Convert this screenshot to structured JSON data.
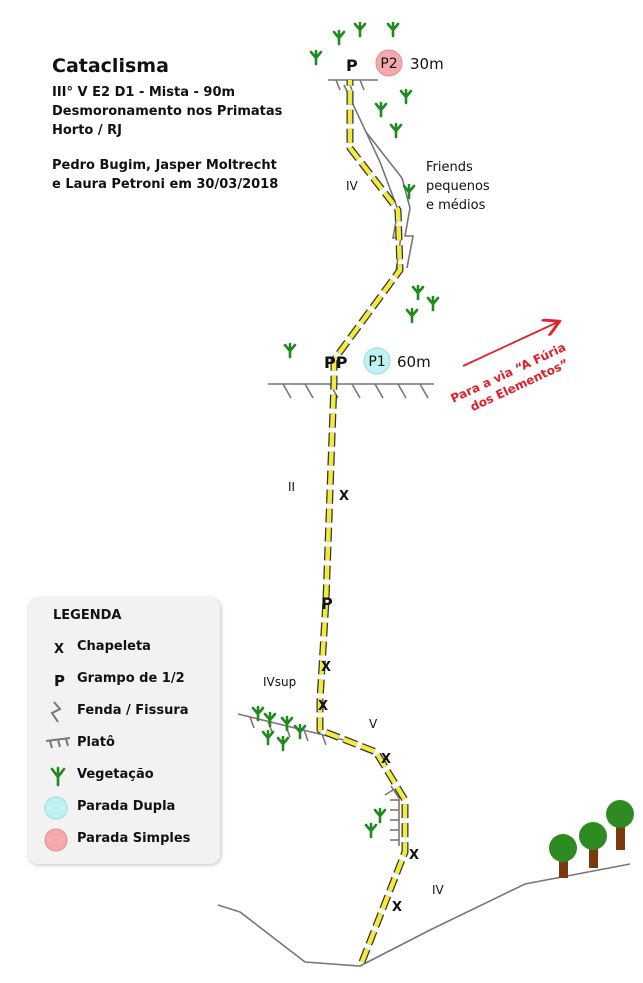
{
  "route": {
    "title": "Cataclisma",
    "grade_line": "III° V E2 D1 - Mista - 90m",
    "location": "Desmoronamento nos Primatas",
    "region": "Horto / RJ",
    "first_ascent_line1": "Pedro Bugim, Jasper Moltrecht",
    "first_ascent_line2": "e Laura Petroni em 30/03/2018"
  },
  "topo": {
    "belay1": {
      "label": "P1",
      "length": "60m",
      "anchor_marks": "PP",
      "color": "#bff3f3"
    },
    "belay2": {
      "label": "P2",
      "length": "30m",
      "anchor_mark": "P",
      "color": "#f5a9ad"
    },
    "grades": {
      "pitch2": "IV",
      "pitch1_upper": "II",
      "ivsup": "IVsup",
      "v": "V",
      "lower": "IV"
    },
    "note": {
      "l1": "Friends",
      "l2": "pequenos",
      "l3": "e médios"
    },
    "arrow_text_l1": "Para a via “A Fúria",
    "arrow_text_l2": "dos Elementos”",
    "bolt_mark": "X",
    "piton_mark": "P",
    "arrow_color": "#e0202a",
    "line_color": "#f2ea3c"
  },
  "legend": {
    "title": "LEGENDA",
    "items": [
      {
        "symbol": "X",
        "label": "Chapeleta"
      },
      {
        "symbol": "P",
        "label": "Grampo de 1/2"
      },
      {
        "symbol": "crack-icon",
        "label": "Fenda / Fissura"
      },
      {
        "symbol": "ledge-icon",
        "label": "Platô"
      },
      {
        "symbol": "vegetation-icon",
        "label": "Vegetação"
      },
      {
        "symbol": "double-belay-icon",
        "label": "Parada Dupla"
      },
      {
        "symbol": "single-belay-icon",
        "label": "Parada Simples"
      }
    ]
  }
}
